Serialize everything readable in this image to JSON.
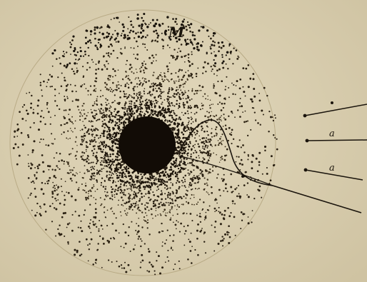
{
  "labels": {
    "top_letter": "M",
    "arrow_middle": "a",
    "arrow_bottom": "a"
  },
  "colors": {
    "paper": "#d9ceb0",
    "ink": "#1a140c"
  }
}
